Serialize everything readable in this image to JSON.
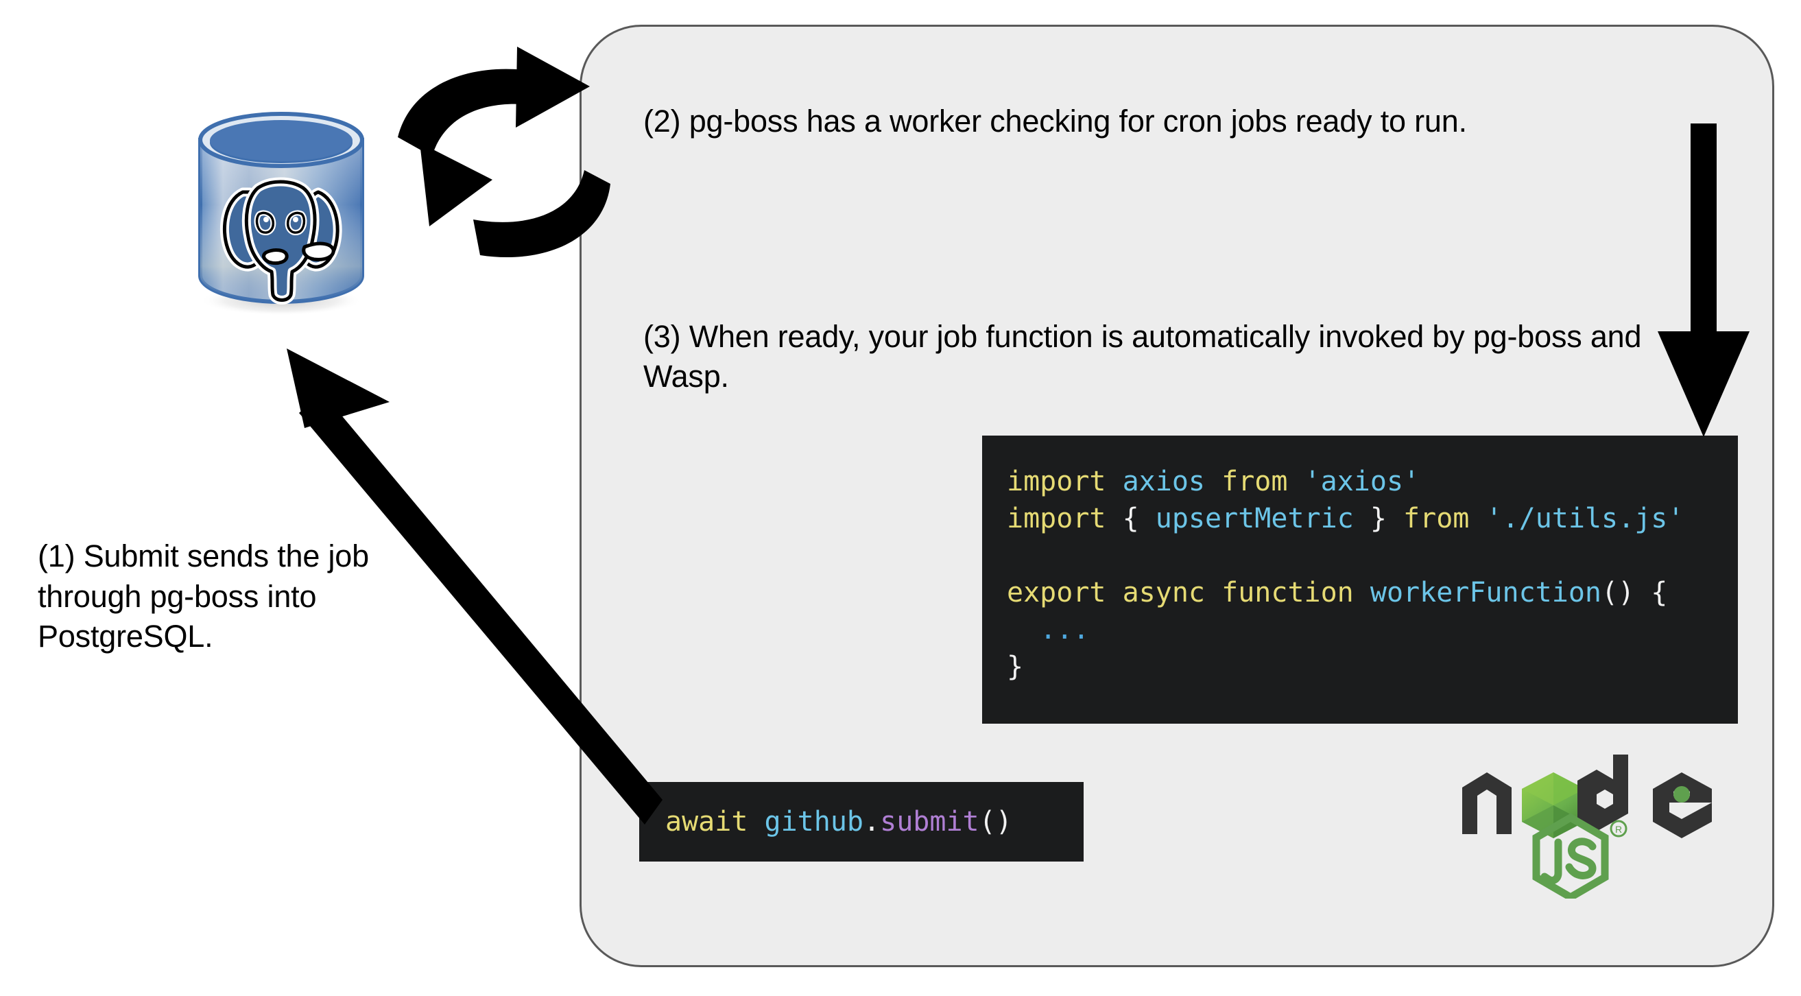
{
  "diagram": {
    "title": "Wasp pg-boss job flow",
    "background_color": "#ffffff",
    "panel_fill": "#ededed",
    "panel_border": "#595959"
  },
  "annotations": {
    "step1": "(1) Submit sends the job through pg-boss into PostgreSQL.",
    "step2": "(2) pg-boss has a worker checking for cron jobs ready to run.",
    "step3": "(3) When ready, your job function is automatically invoked by pg-boss and Wasp."
  },
  "code_worker": {
    "line1": {
      "kw_import": "import",
      "id_axios": "axios",
      "kw_from": "from",
      "str_axios": "'axios'"
    },
    "line2": {
      "kw_import": "import",
      "brace_open": "{",
      "id_upsert": "upsertMetric",
      "brace_close": "}",
      "kw_from": "from",
      "str_utils": "'./utils.js'"
    },
    "line4": {
      "kw_export": "export",
      "kw_async": "async",
      "kw_function": "function",
      "fn_name": "workerFunction",
      "parens": "()",
      "brace_open": "{"
    },
    "line5_ellipsis": "...",
    "line6_brace_close": "}"
  },
  "code_submit": {
    "kw_await": "await",
    "id_github": "github",
    "dot": ".",
    "method_submit": "submit",
    "parens": "()"
  },
  "logos": {
    "postgres": {
      "name": "PostgreSQL",
      "cylinder_light": "#b9cde4",
      "cylinder_blue": "#4a77b4",
      "top_blue": "#3f6fae",
      "elephant_blue": "#40699c"
    },
    "nodejs": {
      "name": "Node.js",
      "dark": "#333333",
      "green": "#5fa04e",
      "green_light": "#8cc84b",
      "js_text": "JS",
      "registered_mark": "®"
    }
  },
  "colors": {
    "code_background": "#1b1c1d",
    "keyword_yellow": "#e6db74",
    "identifier_blue": "#6cc5e8",
    "method_purple": "#b07fd4",
    "punctuation_white": "#f2f2f2",
    "ellipsis_blue": "#4fa8de",
    "arrow_black": "#000000"
  },
  "arrows": {
    "sync_top": "curved-arrow-right",
    "sync_bottom": "curved-arrow-left",
    "vertical": "arrow-down",
    "diagonal": "arrow-up-left"
  }
}
